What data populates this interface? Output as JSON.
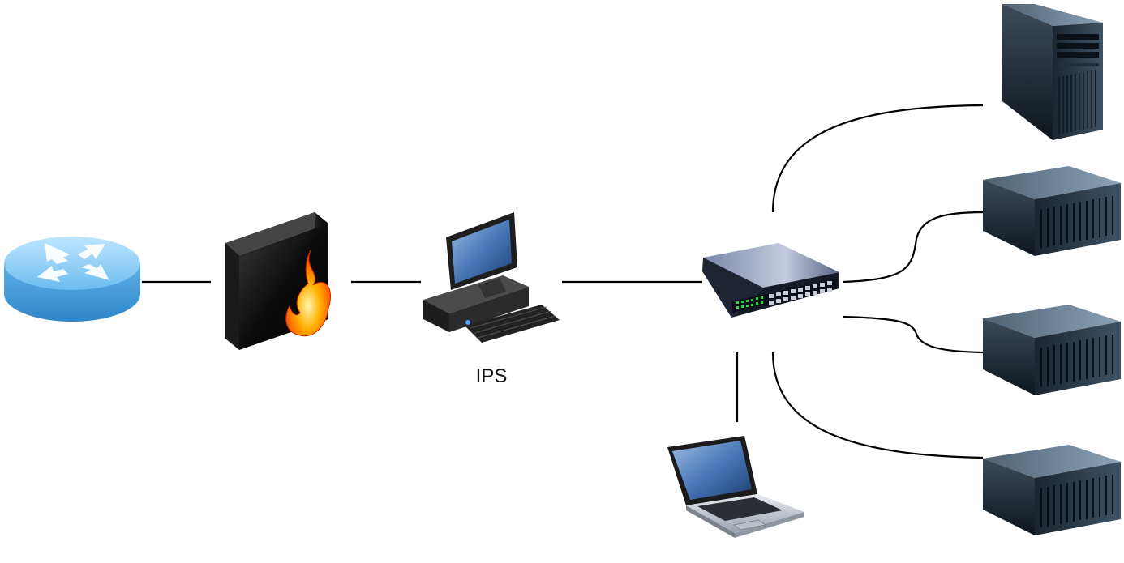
{
  "diagram": {
    "nodes": [
      {
        "id": "router",
        "icon": "router-icon",
        "label": ""
      },
      {
        "id": "firewall",
        "icon": "firewall-icon",
        "label": ""
      },
      {
        "id": "ips",
        "icon": "desktop-computer-icon",
        "label": "IPS"
      },
      {
        "id": "switch",
        "icon": "network-switch-icon",
        "label": ""
      },
      {
        "id": "laptop",
        "icon": "laptop-icon",
        "label": ""
      },
      {
        "id": "tower-server",
        "icon": "tower-server-icon",
        "label": ""
      },
      {
        "id": "rack-server-1",
        "icon": "rack-server-icon",
        "label": ""
      },
      {
        "id": "rack-server-2",
        "icon": "rack-server-icon",
        "label": ""
      },
      {
        "id": "rack-server-3",
        "icon": "rack-server-icon",
        "label": ""
      }
    ],
    "edges": [
      {
        "from": "router",
        "to": "firewall"
      },
      {
        "from": "firewall",
        "to": "ips"
      },
      {
        "from": "ips",
        "to": "switch"
      },
      {
        "from": "switch",
        "to": "tower-server"
      },
      {
        "from": "switch",
        "to": "rack-server-1"
      },
      {
        "from": "switch",
        "to": "rack-server-2"
      },
      {
        "from": "switch",
        "to": "rack-server-3"
      },
      {
        "from": "switch",
        "to": "laptop"
      }
    ],
    "colors": {
      "router": "#5fb3e8",
      "flame": "#ff6a00",
      "switch_leds": "#29d93f",
      "screen": "#4a78b8",
      "line": "#000000"
    }
  }
}
